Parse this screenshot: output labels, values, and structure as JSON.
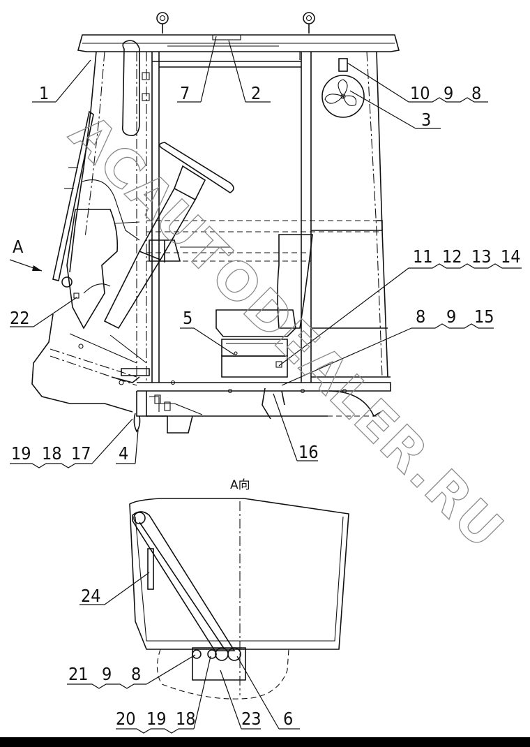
{
  "watermark": "ACAUTODEALER.RU",
  "view_labels": {
    "arrow_a": "A",
    "view_a": "A向"
  },
  "callouts": {
    "c1": "1",
    "c7": "7",
    "c2": "2",
    "c10": "10",
    "c9a": "9",
    "c8a": "8",
    "c3": "3",
    "c11": "11",
    "c12": "12",
    "c13": "13",
    "c14": "14",
    "c5": "5",
    "c8b": "8",
    "c9b": "9",
    "c15": "15",
    "c22": "22",
    "c19a": "19",
    "c18a": "18",
    "c17": "17",
    "c4": "4",
    "c16": "16",
    "c24": "24",
    "c21": "21",
    "c9c": "9",
    "c8c": "8",
    "c20": "20",
    "c19b": "19",
    "c18b": "18",
    "c23": "23",
    "c6": "6"
  },
  "colors": {
    "line": "#111111",
    "watermark": "#8a8a8a",
    "background": "#ffffff",
    "bottom_bar": "#000000"
  }
}
